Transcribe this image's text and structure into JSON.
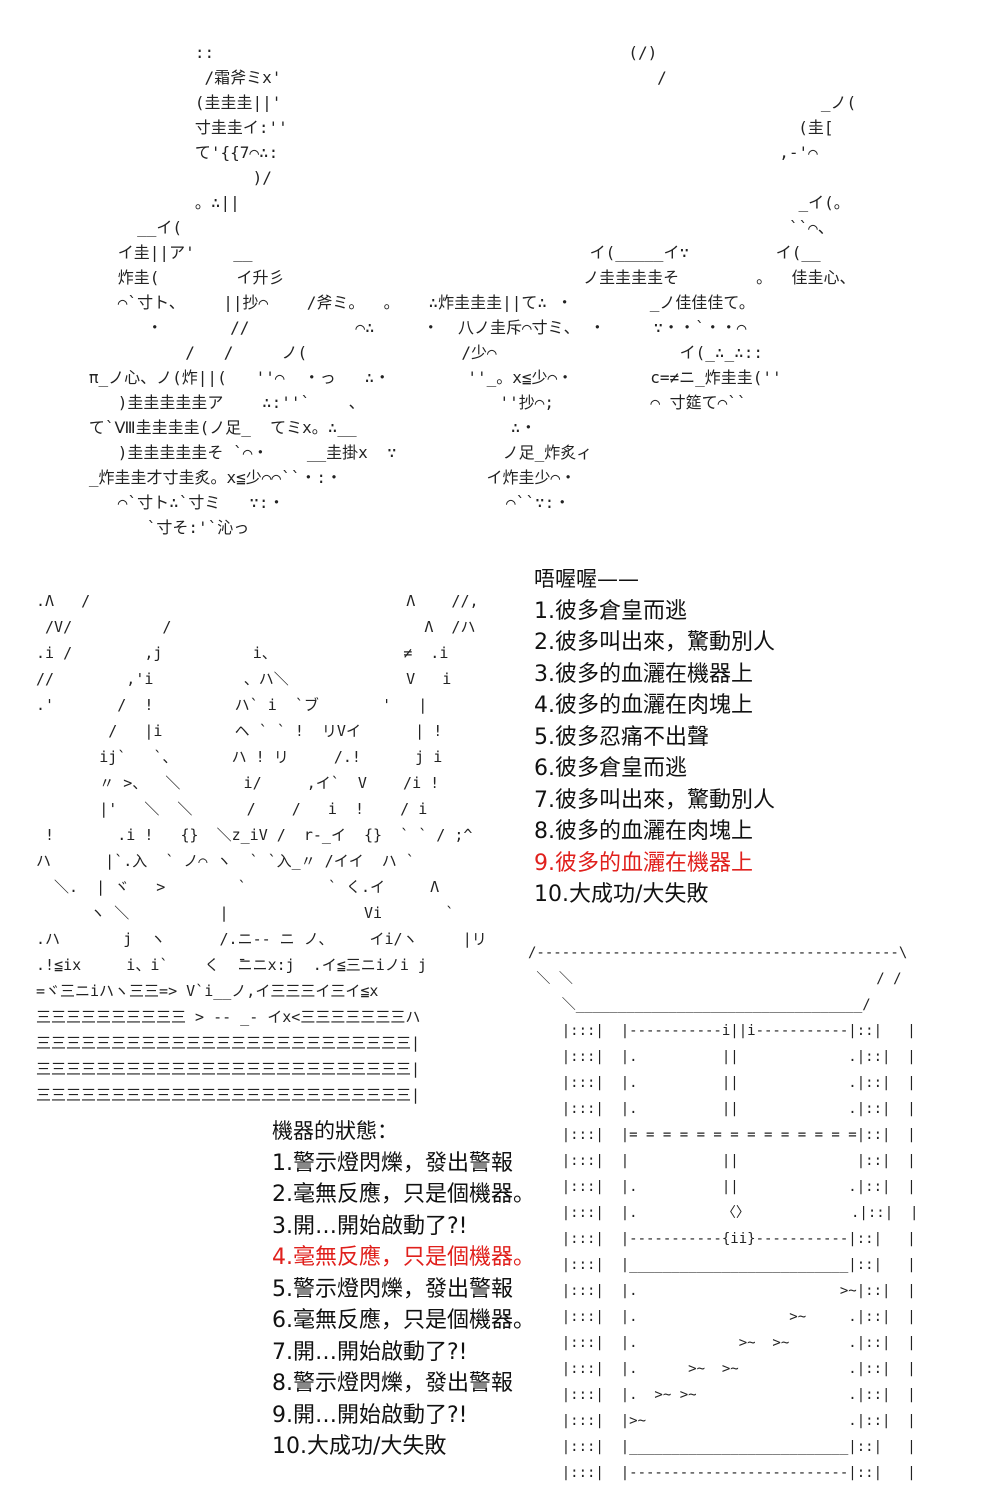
{
  "ascii_art": {
    "top": "              ::                                           (/)\n               /霜斧ミx'                                       /\n              (圭圭圭||'                                                        _ノ(\n              寸圭圭イ:''                                                     (圭[\n              て'{{7⌒∴:                                                    ,-'⌒\n                    )/\n              。∴||                                                          _イ(。\n        __イ(                                                               ``⌒、\n      イ圭||ア'    __                                   イ(_____イ∵         イ(__\n      炸圭(        イ升彡                               ノ圭圭圭圭そ        。  佳圭心、\n      ⌒`寸ト、    ||抄⌒    /斧ミ。  。   ∴炸圭圭圭||て∴ ・        _ノ佳佳佳て。\n         ・       //           ⌒∴     ・  八ノ圭斥⌒寸ミ、 ・     ∵・・`・・⌒\n             /   /     ノ(                /少⌒                   イ(_∴_∴::\n   π_ノ心、ノ(炸||(   ''⌒  ・っ   ∴・        ''_。x≦少⌒・        c=≠ニ_炸圭圭(''\n      )圭圭圭圭圭ア    ∴:''`    、              ''抄⌒;          ⌒ 寸筵て⌒``\n   て`Ⅷ圭圭圭圭(ノ足_  てミx。∴__                ∴・\n      )圭圭圭圭圭そ `⌒・    __圭掛x  ∵           ノ足_炸炙ィ\n   _炸圭圭才寸圭炙。x≦少⌒⌒``・:・               イ炸圭少⌒・\n      ⌒`寸ト∴`寸ミ   ∵:・                       ⌒``∵:・\n         `寸そ:'`沁っ",
    "middle": ".Λ   /                                   Λ    //,\n /V/          /                            Λ  /ハ\n.i /        ,j          i、              ≠  .i\n//        ,'i          、ハ＼             V   i\n.'       /  !         ハ` i  `ブ       '   |\n        /   |i        ヘ ` ` !  リVイ      | !\n       ij`   `、      ハ ! リ     /.!      j i\n       〃 >、  ＼       i/     ,イ`  V    /i !\n       |'   ＼  ＼      /    /   i  !    / i\n !       .i !   {}  ＼z_iV /  r-_イ  {}  ` ` / ;^\nハ      |`.入  ` ノ⌒ ヽ  ` `入_〃 /イイ  ハ `\n  ＼.  | ヾ   >        `         ` く.イ     Λ\n      ヽ ＼          |               Vi       `\n.ハ       j  ヽ      /.ニ-- ニ ノ、    イi/ヽ     |リ\n.!≦ix     i、i`    く  ̄ニニx:j  .イ≦三ニiノi j\n=ヾ三ニiハヽ三三=> V`i__ノ,イ三三三イ三イ≦x\n三三三三三三三三三三 > -- _- イx<三三三三三三三ハ\n三三三三三三三三三三三三三三三三三三三三三三三三三|\n三三三三三三三三三三三三三三三三三三三三三三三三三|\n三三三三三三三三三三三三三三三三三三三三三三三三三|",
    "machine": "/-------------------------------------------\\\n ＼ ＼                                    / /\n    ＼__________________________________/\n    |:::|  |-----------i||i-----------|::|   |\n    |:::|  |.          ||             .|::|  |\n    |:::|  |.          ||             .|::|  |\n    |:::|  |.          ||             .|::|  |\n    |:::|  |= = = = = = = = = = = = = =|::|  |\n    |:::|  |           ||              |::|  |\n    |:::|  |.          ||             .|::|  |\n    |:::|  |.          〈〉            .|::|  |\n    |:::|  |-----------{ii}-----------|::|   |\n    |:::|  |__________________________|::|   |\n    |:::|  |.                        >~|::|  |\n    |:::|  |.                  >~     .|::|  |\n    |:::|  |.            >~  >~       .|::|  |\n    |:::|  |.      >~  >~             .|::|  |\n    |:::|  |.  >~ >~                  .|::|  |\n    |:::|  |>~                        .|::|  |\n    |:::|  |__________________________|::|   |\n    |:::|  |--------------------------|::|   |"
  },
  "right_list": {
    "title": "唔喔喔——",
    "items": [
      "1.彼多倉皇而逃",
      "2.彼多叫出來，驚動別人",
      "3.彼多的血灑在機器上",
      "4.彼多的血灑在肉塊上",
      "5.彼多忍痛不出聲",
      "6.彼多倉皇而逃",
      "7.彼多叫出來，驚動別人",
      "8.彼多的血灑在肉塊上",
      "9.彼多的血灑在機器上",
      "10.大成功/大失敗"
    ]
  },
  "left_list": {
    "title": "機器的狀態：",
    "items": [
      "1.警示燈閃爍，發出警報",
      "2.毫無反應，只是個機器。",
      "3.開…開始啟動了?!",
      "4.毫無反應，只是個機器。",
      "5.警示燈閃爍，發出警報",
      "6.毫無反應，只是個機器。",
      "7.開…開始啟動了?!",
      "8.警示燈閃爍，發出警報",
      "9.開…開始啟動了?!",
      "10.大成功/大失敗"
    ]
  },
  "colors": {
    "text": "#111111",
    "highlight": "#e0201c",
    "background": "#ffffff"
  }
}
